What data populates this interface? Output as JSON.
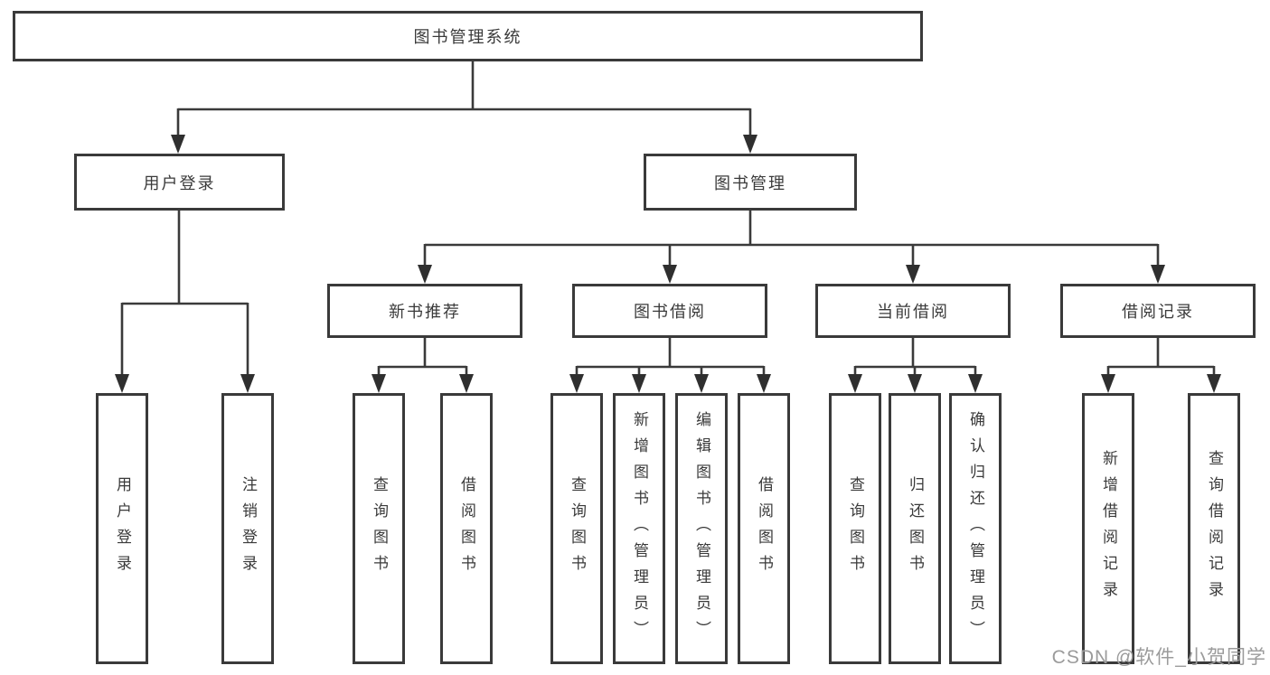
{
  "tree": {
    "root": "图书管理系统",
    "l2": [
      "用户登录",
      "图书管理"
    ],
    "l3": [
      "新书推荐",
      "图书借阅",
      "当前借阅",
      "借阅记录"
    ],
    "leaves_login": [
      "用户登录",
      "注销登录"
    ],
    "leaves_newbook": [
      "查询图书",
      "借阅图书"
    ],
    "leaves_borrow": [
      "查询图书",
      "新增图书（管理员）",
      "编辑图书（管理员）",
      "借阅图书"
    ],
    "leaves_current": [
      "查询图书",
      "归还图书",
      "确认归还（管理员）"
    ],
    "leaves_records": [
      "新增借阅记录",
      "查询借阅记录"
    ]
  },
  "watermark": "CSDN @软件_小贺同学",
  "colors": {
    "line": "#3a3a3a",
    "box_border": "#3a3a3a",
    "text": "#3a3a3a",
    "watermark_text": "#9b9b9b",
    "background": "#ffffff"
  }
}
